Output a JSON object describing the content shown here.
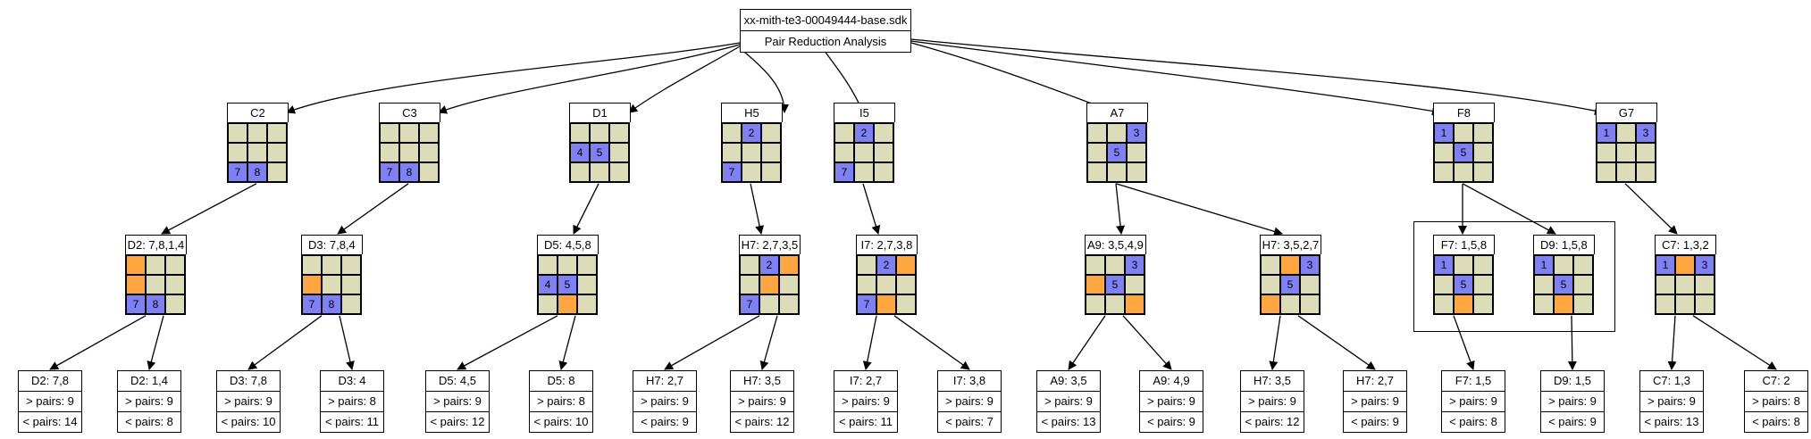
{
  "root": {
    "title": "xx-mith-te3-00049444-base.sdk",
    "subtitle": "Pair Reduction Analysis"
  },
  "level1": [
    {
      "label": "C2",
      "cells": [
        "e",
        "e",
        "e",
        "e",
        "e",
        "e",
        "b:7",
        "b:8",
        "e"
      ]
    },
    {
      "label": "C3",
      "cells": [
        "e",
        "e",
        "e",
        "e",
        "e",
        "e",
        "b:7",
        "b:8",
        "e"
      ]
    },
    {
      "label": "D1",
      "cells": [
        "e",
        "e",
        "e",
        "b:4",
        "b:5",
        "e",
        "e",
        "e",
        "e"
      ]
    },
    {
      "label": "H5",
      "cells": [
        "e",
        "b:2",
        "e",
        "e",
        "e",
        "e",
        "b:7",
        "e",
        "e"
      ]
    },
    {
      "label": "I5",
      "cells": [
        "e",
        "b:2",
        "e",
        "e",
        "e",
        "e",
        "b:7",
        "e",
        "e"
      ]
    },
    {
      "label": "A7",
      "cells": [
        "e",
        "e",
        "b:3",
        "e",
        "b:5",
        "e",
        "e",
        "e",
        "e"
      ]
    },
    {
      "label": "F8",
      "cells": [
        "b:1",
        "e",
        "e",
        "e",
        "b:5",
        "e",
        "e",
        "e",
        "e"
      ]
    },
    {
      "label": "G7",
      "cells": [
        "b:1",
        "e",
        "b:3",
        "e",
        "e",
        "e",
        "e",
        "e",
        "e"
      ]
    }
  ],
  "level2": [
    {
      "label": "D2: 7,8,1,4",
      "cells": [
        "o",
        "e",
        "e",
        "o",
        "e",
        "e",
        "b:7",
        "b:8",
        "e"
      ]
    },
    {
      "label": "D3: 7,8,4",
      "cells": [
        "e",
        "e",
        "e",
        "o",
        "e",
        "e",
        "b:7",
        "b:8",
        "e"
      ]
    },
    {
      "label": "D5: 4,5,8",
      "cells": [
        "e",
        "e",
        "e",
        "b:4",
        "b:5",
        "e",
        "e",
        "o",
        "e"
      ]
    },
    {
      "label": "H7: 2,7,3,5",
      "cells": [
        "e",
        "b:2",
        "o",
        "e",
        "o",
        "e",
        "b:7",
        "e",
        "e"
      ]
    },
    {
      "label": "I7: 2,7,3,8",
      "cells": [
        "e",
        "b:2",
        "o",
        "e",
        "e",
        "e",
        "b:7",
        "o",
        "e"
      ]
    },
    {
      "label": "A9: 3,5,4,9",
      "cells": [
        "e",
        "e",
        "b:3",
        "o",
        "b:5",
        "e",
        "e",
        "e",
        "o"
      ]
    },
    {
      "label": "H7: 3,5,2,7",
      "cells": [
        "e",
        "o",
        "b:3",
        "e",
        "b:5",
        "e",
        "o",
        "e",
        "e"
      ]
    },
    {
      "label": "F7: 1,5,8",
      "cells": [
        "b:1",
        "e",
        "e",
        "e",
        "b:5",
        "e",
        "e",
        "o",
        "e"
      ]
    },
    {
      "label": "D9: 1,5,8",
      "cells": [
        "b:1",
        "e",
        "e",
        "e",
        "b:5",
        "e",
        "e",
        "o",
        "e"
      ]
    },
    {
      "label": "C7: 1,3,2",
      "cells": [
        "b:1",
        "o",
        "b:3",
        "e",
        "e",
        "e",
        "e",
        "e",
        "e"
      ]
    }
  ],
  "leaves": [
    {
      "title": "D2: 7,8",
      "gt": "> pairs: 9",
      "lt": "< pairs: 14"
    },
    {
      "title": "D2: 1,4",
      "gt": "> pairs: 9",
      "lt": "< pairs: 8"
    },
    {
      "title": "D3: 7,8",
      "gt": "> pairs: 9",
      "lt": "< pairs: 10"
    },
    {
      "title": "D3: 4",
      "gt": "> pairs: 8",
      "lt": "< pairs: 11"
    },
    {
      "title": "D5: 4,5",
      "gt": "> pairs: 9",
      "lt": "< pairs: 12"
    },
    {
      "title": "D5: 8",
      "gt": "> pairs: 8",
      "lt": "< pairs: 10"
    },
    {
      "title": "H7: 2,7",
      "gt": "> pairs: 9",
      "lt": "< pairs: 9"
    },
    {
      "title": "H7: 3,5",
      "gt": "> pairs: 9",
      "lt": "< pairs: 12"
    },
    {
      "title": "I7: 2,7",
      "gt": "> pairs: 9",
      "lt": "< pairs: 11"
    },
    {
      "title": "I7: 3,8",
      "gt": "> pairs: 9",
      "lt": "< pairs: 7"
    },
    {
      "title": "A9: 3,5",
      "gt": "> pairs: 9",
      "lt": "< pairs: 13"
    },
    {
      "title": "A9: 4,9",
      "gt": "> pairs: 9",
      "lt": "< pairs: 9"
    },
    {
      "title": "H7: 3,5",
      "gt": "> pairs: 9",
      "lt": "< pairs: 12"
    },
    {
      "title": "H7: 2,7",
      "gt": "> pairs: 9",
      "lt": "< pairs: 9"
    },
    {
      "title": "F7: 1,5",
      "gt": "> pairs: 9",
      "lt": "< pairs: 8"
    },
    {
      "title": "D9: 1,5",
      "gt": "> pairs: 9",
      "lt": "< pairs: 9"
    },
    {
      "title": "C7: 1,3",
      "gt": "> pairs: 9",
      "lt": "< pairs: 13"
    },
    {
      "title": "C7: 2",
      "gt": "> pairs: 8",
      "lt": "< pairs: 8"
    }
  ],
  "colors": {
    "empty": "#dcdcb8",
    "given": "#8080f5",
    "candidate": "#ffa640"
  }
}
